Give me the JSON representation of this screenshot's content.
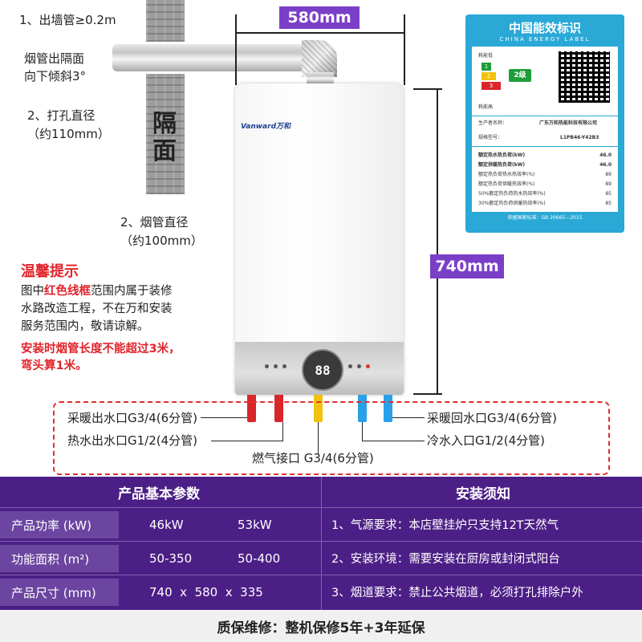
{
  "notes": {
    "pipe_out": "1、出墙管≥0.2m",
    "pipe_slope_line1": "烟管出隔面",
    "pipe_slope_line2": "向下倾斜3°",
    "hole_line1": "2、打孔直径",
    "hole_line2": "（约110mm）",
    "flue_line1": "2、烟管直径",
    "flue_line2": "（约100mm）",
    "wall_char1": "隔",
    "wall_char2": "面"
  },
  "dimensions": {
    "width": "580mm",
    "height": "740mm"
  },
  "heater": {
    "brand": "Vanward万和",
    "display": "88"
  },
  "energy_label": {
    "title_cn": "中国能效标识",
    "title_en": "CHINA ENERGY LABEL",
    "low": "耗能低",
    "high": "耗能高",
    "grade_1": "1",
    "grade_2": "2",
    "grade_3": "3",
    "grade_badge": "2级",
    "manufacturer_label": "生产者名称：",
    "manufacturer": "广东万和热能科技有限公司",
    "model_label": "规格型号：",
    "model": "L1PB46-Y42B3",
    "rows": [
      {
        "label": "额定热水热负荷(kW)",
        "value": "46.0"
      },
      {
        "label": "额定供暖热负荷(kW)",
        "value": "46.0"
      },
      {
        "label": "额定热负荷热水热效率(%)",
        "value": "89"
      },
      {
        "label": "额定热负荷供暖热效率(%)",
        "value": "89"
      },
      {
        "label": "50%额定热负荷热水热效率(%)",
        "value": "85"
      },
      {
        "label": "30%额定热负荷供暖热效率(%)",
        "value": "85"
      }
    ],
    "standard": "依据国家标准：GB 20665—2015"
  },
  "warning": {
    "title": "温馨提示",
    "line1_a": "图中",
    "line1_red": "红色线框",
    "line1_b": "范围内属于装修",
    "line2": "水路改造工程，不在万和安装",
    "line3": "服务范围内，敬请谅解。",
    "red_line1": "安装时烟管长度不能超过3米，",
    "red_line2": "弯头算1米。"
  },
  "connections": {
    "heating_out": "采暖出水口G3/4(6分管)",
    "hot_out": "热水出水口G1/2(4分管)",
    "gas": "燃气接口 G3/4(6分管)",
    "heating_return": "采暖回水口G3/4(6分管)",
    "cold_in": "冷水入口G1/2(4分管)"
  },
  "pipe_colors": {
    "red": "#d9262b",
    "yellow": "#f2c20f",
    "blue": "#2aa0e8"
  },
  "params": {
    "header": "产品基本参数",
    "rows": [
      {
        "label": "产品功率 (kW)",
        "v1": "46kW",
        "v2": "53kW"
      },
      {
        "label": "功能面积 (m²)",
        "v1": "50-350",
        "v2": "50-400"
      },
      {
        "label": "产品尺寸 (mm)",
        "v1": "740  x  580  x  335",
        "v2": ""
      }
    ]
  },
  "install": {
    "header": "安装须知",
    "items": [
      "1、气源要求：本店壁挂炉只支持12T天然气",
      "2、安装环境：需要安装在厨房或封闭式阳台",
      "3、烟道要求：禁止公共烟道，必须打孔排除户外"
    ]
  },
  "footer": "质保维修：整机保修5年+3年延保"
}
